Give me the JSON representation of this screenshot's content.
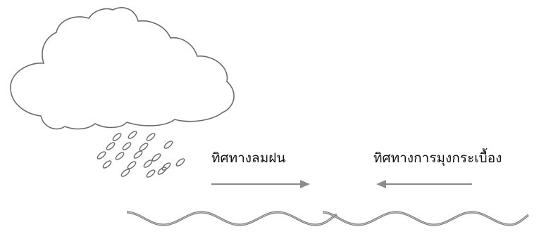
{
  "labels": {
    "wind_rain_direction": "ทิศทางลมฝน",
    "tile_laying_direction": "ทิศทางการมุงกระเบื้อง"
  },
  "arrows": {
    "wind_rain": "right",
    "tile_laying": "left"
  },
  "icons": {
    "cloud": "cloud-icon",
    "rain": "raindrops-icon"
  },
  "colors": {
    "outline": "#6b6b6b",
    "arrow": "#8c8c8c",
    "tile_dark": "#7a7a7a",
    "tile_light": "#bdbdbd",
    "text": "#111111"
  }
}
